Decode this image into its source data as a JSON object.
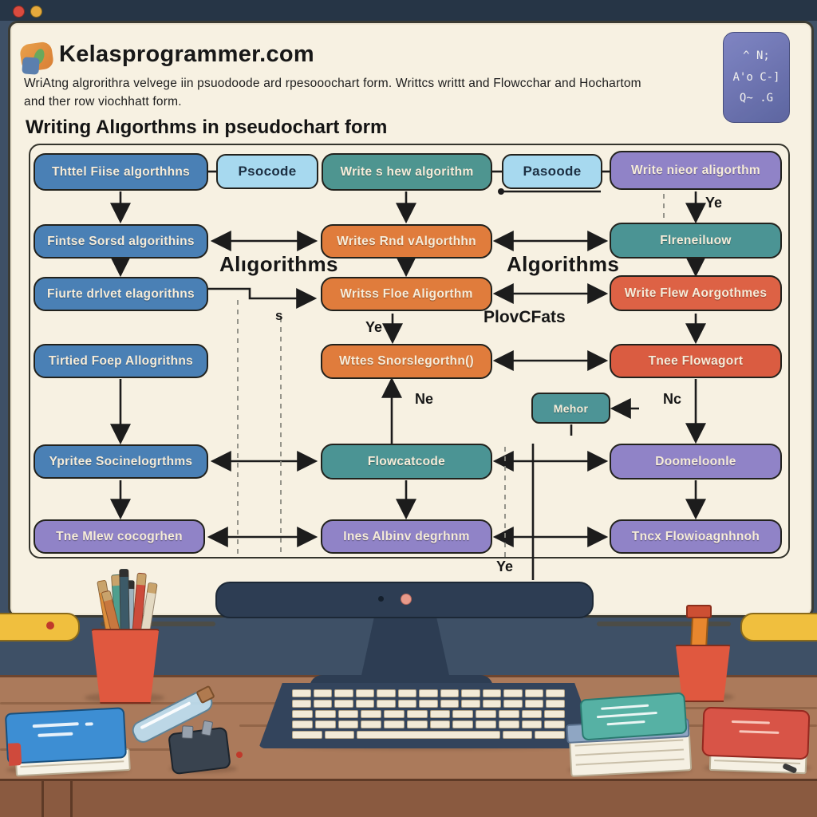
{
  "window": {
    "dot_colors": [
      "#d94b3f",
      "#e5a93d"
    ]
  },
  "header": {
    "title": "Kelasprogrammer.com",
    "subtitle_line1": "WriAtng algrorithra velvege iin psuodoode ard rpesooochart form. Writtcs writtt and Flowcchar and Hochartom",
    "subtitle_line2": "and ther row viochhatt form.",
    "heading": "Writing Alıgorthms in pseudochart form",
    "code_badge_lines": [
      "^ N;",
      "A'o C-]",
      "Q~ .G"
    ]
  },
  "flowchart": {
    "nodes": [
      {
        "label": "Thttel Fiise algorthhns",
        "color": "#4a80b5"
      },
      {
        "label": "Psocode",
        "color": "#a7d9ef"
      },
      {
        "label": "Write s hew algorithm",
        "color": "#4e9590"
      },
      {
        "label": "Pasoode",
        "color": "#a7d9ef"
      },
      {
        "label": "Write nieor aligorthm",
        "color": "#9083c7"
      },
      {
        "label": "Fintse Sorsd algorithins",
        "color": "#4a80b5"
      },
      {
        "label": "Writes Rnd vAlgorthhn",
        "color": "#e07c3c"
      },
      {
        "label": "Flreneiluow",
        "color": "#4b9494"
      },
      {
        "label": "Fiurte drlvet elagorithns",
        "color": "#4a80b5"
      },
      {
        "label": "Writss Floe Aligorthm",
        "color": "#e07c3c"
      },
      {
        "label": "Write Flew Aorgothmes",
        "color": "#dd6245"
      },
      {
        "label": "Tirtied Foep Allogrithns",
        "color": "#4a80b5"
      },
      {
        "label": "Wttes Snorslegorthn()",
        "color": "#e07c3c"
      },
      {
        "label": "Tnee Flowagort",
        "color": "#da5c41"
      },
      {
        "label": "Mehor",
        "color": "#4d9496"
      },
      {
        "label": "Ypritee Socinelogrthms",
        "color": "#4a80b5"
      },
      {
        "label": "Flowcatcode",
        "color": "#4b9494"
      },
      {
        "label": "Doomeloonle",
        "color": "#9083c7"
      },
      {
        "label": "Tne Mlew cocogrhen",
        "color": "#9083c7"
      },
      {
        "label": "Ines Albinv degrhnm",
        "color": "#9083c7"
      },
      {
        "label": "Tncx Flowioagnhnoh",
        "color": "#9083c7"
      }
    ],
    "labels": {
      "algorithms_left": "Alıgorithms",
      "algorithms_right": "Algorithms",
      "flowcharts": "PlovCFats",
      "yes_top_right": "Ye",
      "yes_center": "Ye",
      "yes_bottom": "Ye",
      "no_center": "Ne",
      "no_right": "Nc",
      "s_mark": "s"
    }
  },
  "palette": {
    "wall": "#3e5066",
    "board": "#f7f1e2",
    "desk": "#ab7a5b",
    "monitor": "#2d3d53",
    "tray_yellow": "#f0bf3e",
    "cup_red": "#e0583f"
  }
}
